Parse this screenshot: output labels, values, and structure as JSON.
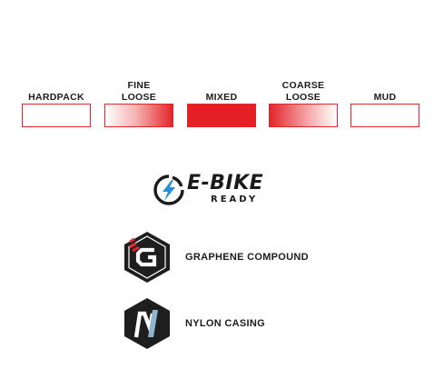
{
  "terrain": {
    "items": [
      {
        "label": "HARDPACK",
        "fill": "empty"
      },
      {
        "label": "FINE\nLOOSE",
        "fill": "fade-right"
      },
      {
        "label": "MIXED",
        "fill": "solid"
      },
      {
        "label": "COARSE\nLOOSE",
        "fill": "fade-left"
      },
      {
        "label": "MUD",
        "fill": "empty"
      }
    ],
    "accent_color": "#e1262b"
  },
  "ebike": {
    "icon": "lightning-bolt-icon",
    "title": "E-BIKE",
    "subtitle": "READY",
    "icon_color": "#2a8fd6"
  },
  "features": [
    {
      "icon": "graphene-g-icon",
      "label": "GRAPHENE COMPOUND"
    },
    {
      "icon": "nylon-n-icon",
      "label": "NYLON CASING"
    }
  ]
}
